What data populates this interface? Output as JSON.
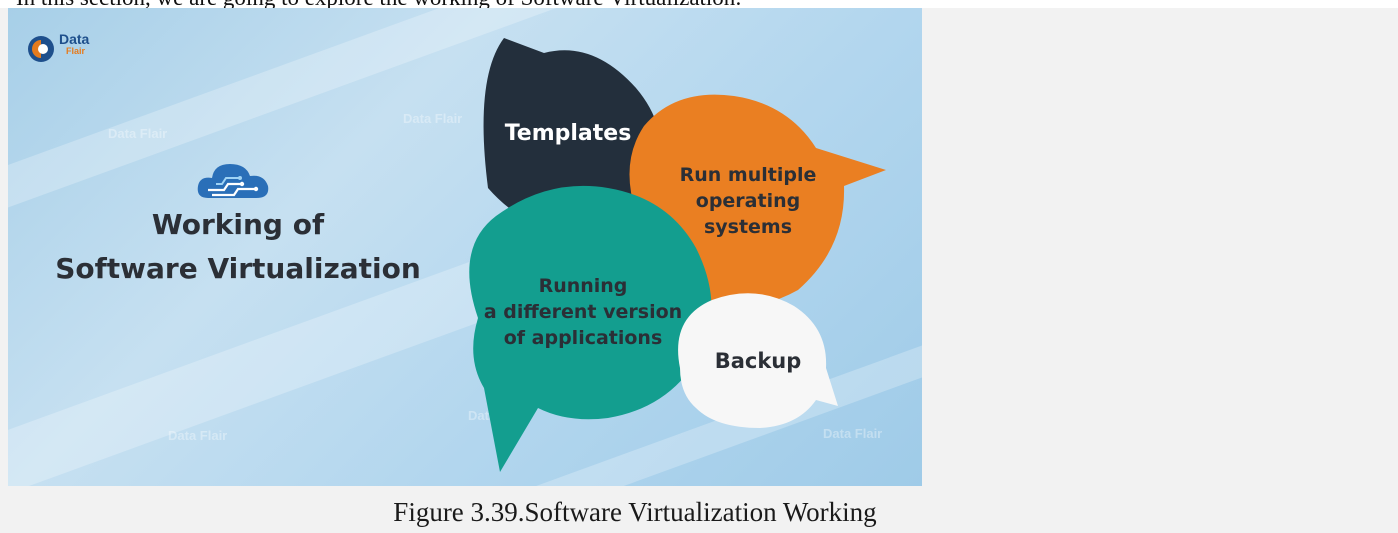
{
  "top_text": "In this section, we are going to explore the working of Software Virtualization:",
  "figure": {
    "logo": {
      "name": "Data",
      "sub": "Flair",
      "icon": "dataflair-logo-icon"
    },
    "watermark": "Data Flair",
    "cloud_icon": "cloud-circuit-icon",
    "title_line1": "Working of",
    "title_line2": "Software Virtualization",
    "bubbles": {
      "templates": {
        "line1": "Templates"
      },
      "run_multiple": {
        "line1": "Run multiple",
        "line2": "operating",
        "line3": "systems"
      },
      "running": {
        "line1": "Running",
        "line2": "a different version",
        "line3": "of applications"
      },
      "backup": {
        "line1": "Backup"
      }
    }
  },
  "caption": "Figure 3.39.Software Virtualization Working",
  "colors": {
    "page_bg": "#f2f2f2",
    "figure_bg": "#b2d6ee",
    "templates": "#232f3c",
    "run_multiple": "#ea7f22",
    "running": "#139e8f",
    "backup": "#f7f7f7",
    "title_text": "#2b2f36"
  }
}
